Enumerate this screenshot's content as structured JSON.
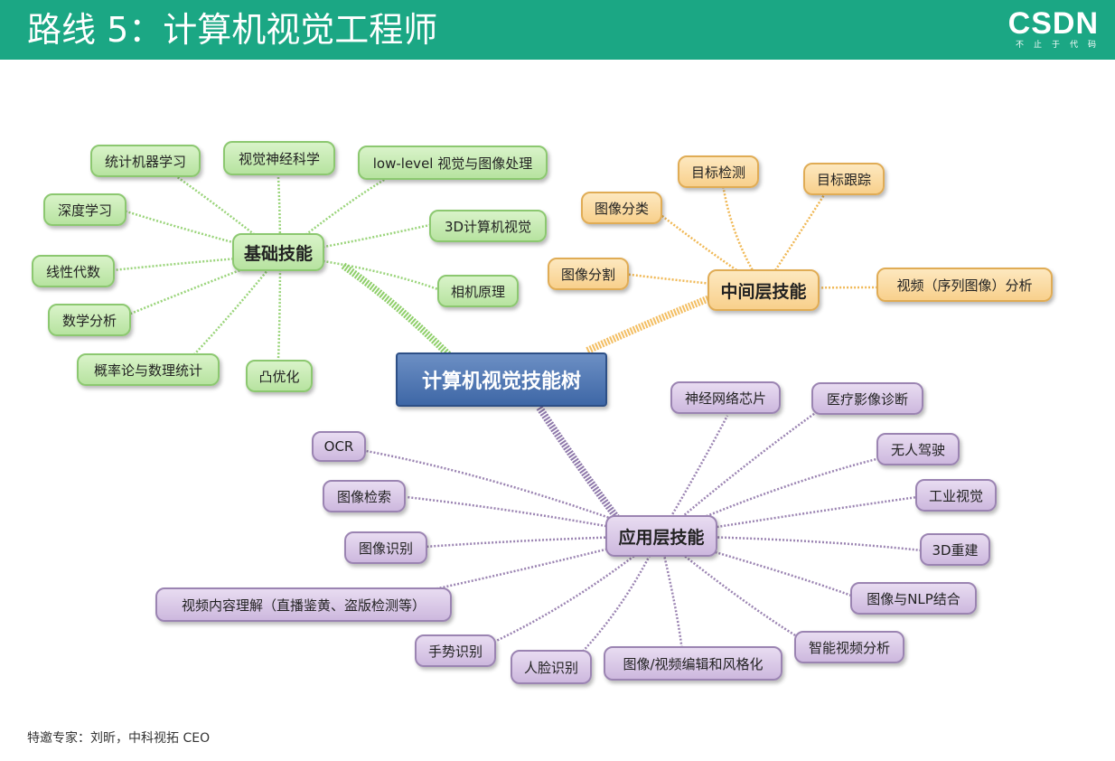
{
  "header": {
    "title": "路线 5：计算机视觉工程师",
    "logo": "CSDN",
    "slogan": "不止于代码",
    "background_color": "#1ba784"
  },
  "diagram": {
    "root": "计算机视觉技能树",
    "hubs": {
      "basic": "基础技能",
      "middle": "中间层技能",
      "app": "应用层技能"
    },
    "basic": [
      "统计机器学习",
      "视觉神经科学",
      "low-level 视觉与图像处理",
      "深度学习",
      "3D计算机视觉",
      "线性代数",
      "相机原理",
      "数学分析",
      "概率论与数理统计",
      "凸优化"
    ],
    "middle": [
      "目标检测",
      "目标跟踪",
      "图像分类",
      "图像分割",
      "视频（序列图像）分析"
    ],
    "app": [
      "神经网络芯片",
      "医疗影像诊断",
      "OCR",
      "无人驾驶",
      "图像检索",
      "工业视觉",
      "图像识别",
      "3D重建",
      "视频内容理解（直播鉴黄、盗版检测等）",
      "图像与NLP结合",
      "手势识别",
      "智能视频分析",
      "人脸识别",
      "图像/视频编辑和风格化"
    ]
  },
  "colors": {
    "green": "#b7e3a0",
    "orange": "#f8d08c",
    "purple": "#cdb8de",
    "blue": "#3e67a6"
  },
  "footer": {
    "text": "特邀专家：刘昕，中科视拓 CEO"
  }
}
